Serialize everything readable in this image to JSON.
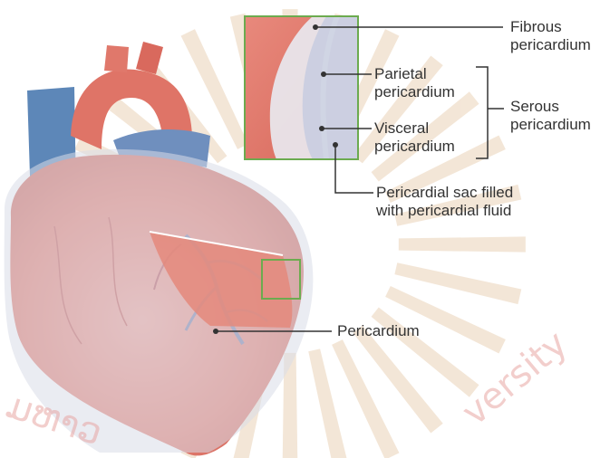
{
  "labels": {
    "fibrous": [
      "Fibrous",
      "pericardium"
    ],
    "parietal": [
      "Parietal",
      "pericardium"
    ],
    "serous": [
      "Serous",
      "pericardium"
    ],
    "visceral": [
      "Visceral",
      "pericardium"
    ],
    "sac": [
      "Pericardial sac filled",
      "with pericardial fluid"
    ],
    "pericardium": "Pericardium"
  },
  "watermark": {
    "left_text": "ມຫາວ",
    "right_text": "versity",
    "color": "#e89a95"
  },
  "colors": {
    "heart_muscle": "#e37b6e",
    "heart_dark": "#c9574c",
    "vessel_blue": "#5d87b8",
    "pericardium_overlay": "#d9dde8",
    "inset_frame": "#6cab4f",
    "leader_line": "#333333",
    "coronary_vessel": "#7b7fa8"
  },
  "icons": [
    "heart-illustration",
    "university-seal-watermark"
  ]
}
